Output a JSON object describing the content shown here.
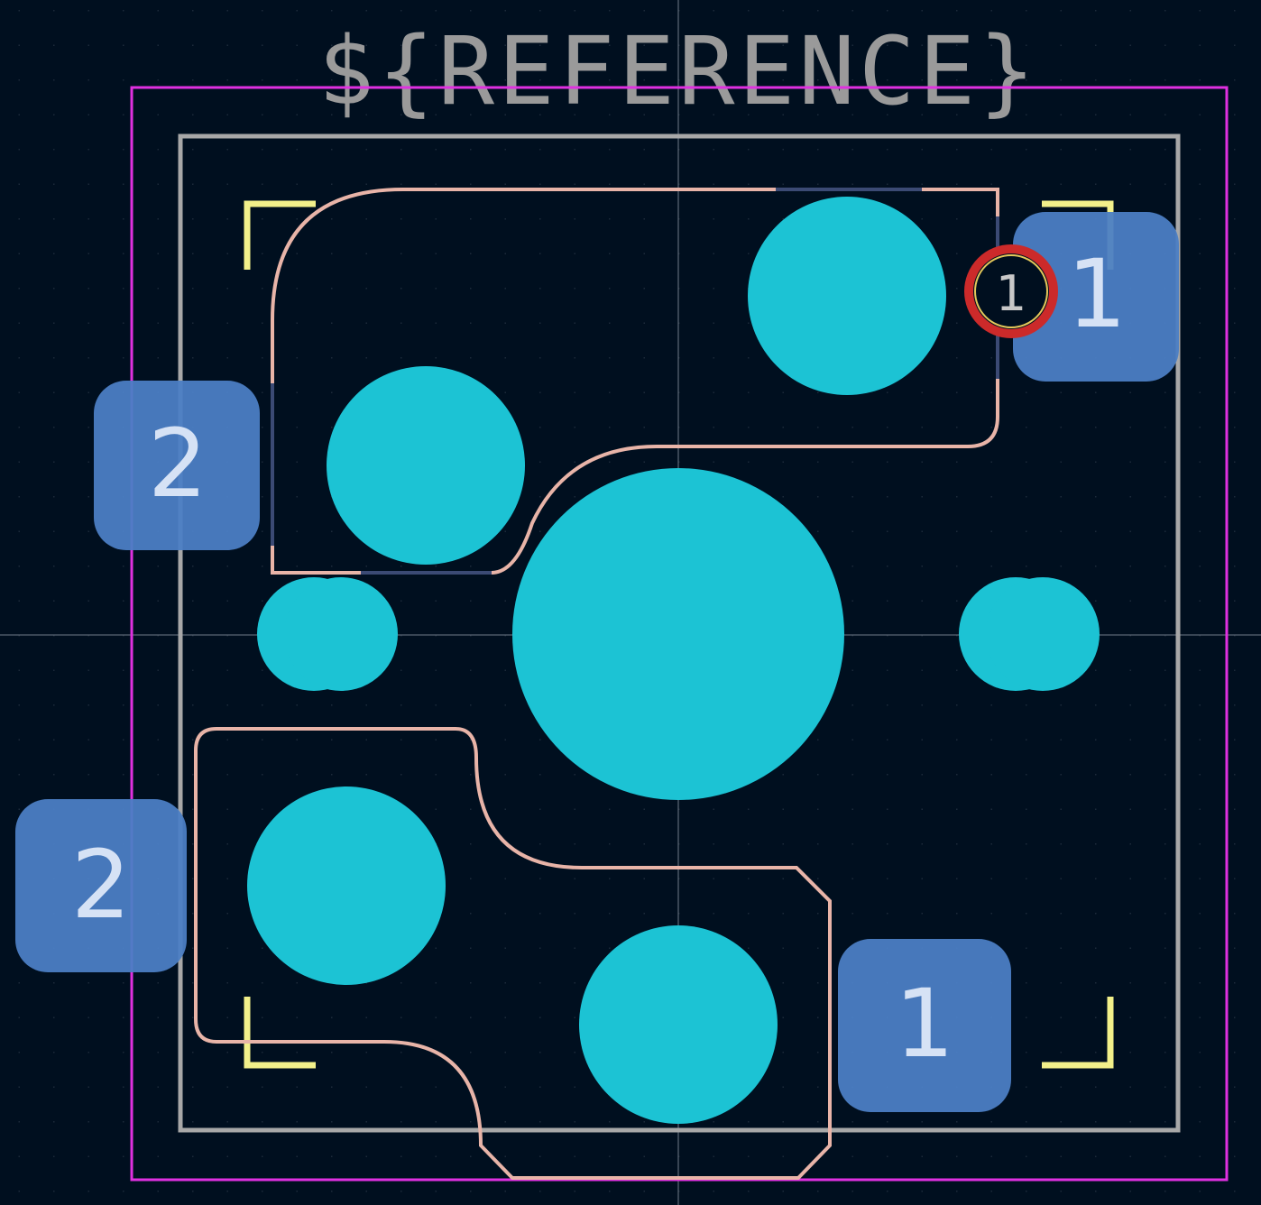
{
  "editor": {
    "reference_text": "${REFERENCE}",
    "pin1_marker_label": "1"
  },
  "pads": [
    {
      "id": "pad-1-top-right",
      "number": "1"
    },
    {
      "id": "pad-2-left-upper",
      "number": "2"
    },
    {
      "id": "pad-2-left-lower",
      "number": "2"
    },
    {
      "id": "pad-1-bottom-right",
      "number": "1"
    }
  ],
  "colors": {
    "background": "#000f1f",
    "grid_dot": "#1c2a3a",
    "crosshair": "#6f7b88",
    "courtyard": "#e030e0",
    "fab_outline": "#a8a8a8",
    "silkscreen": "#f2f08a",
    "cutout_outline": "#e8b4a8",
    "cutout_outline_dim": "#3b4a74",
    "drill_hole": "#1cc3d4",
    "smd_pad": "#4b7ec4",
    "pin1_ring": "#cc2a2a",
    "pin1_ring_inner": "#e4c85a"
  }
}
